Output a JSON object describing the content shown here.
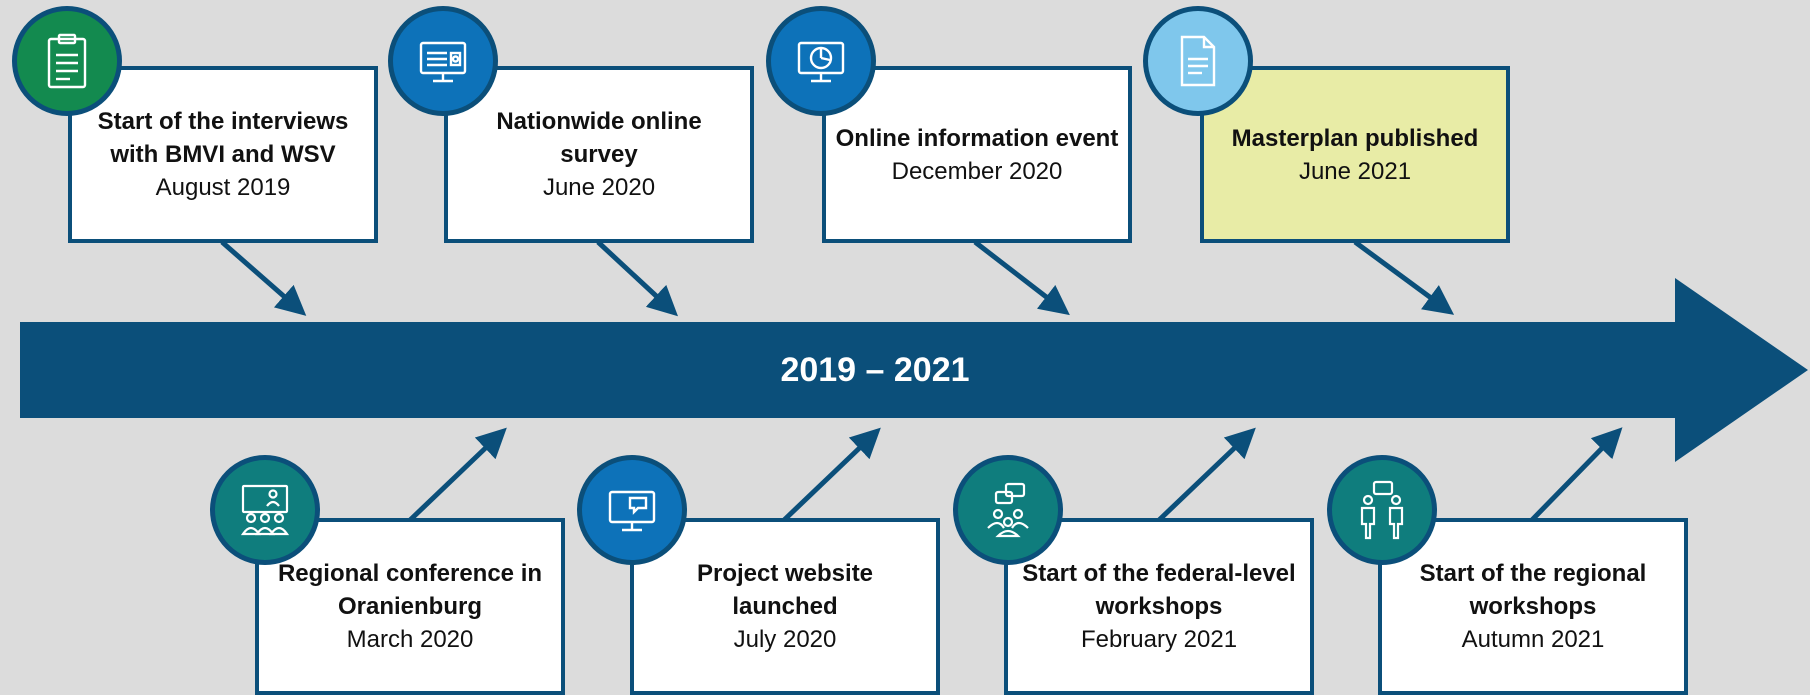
{
  "banner": {
    "label": "2019 – 2021",
    "color": "#0b4f7a"
  },
  "milestones_top": [
    {
      "title": "Start of the interviews with BMVI and WSV",
      "date": "August 2019",
      "icon": "clipboard-icon",
      "circle_color": "#138a4f",
      "highlight": false
    },
    {
      "title": "Nationwide online survey",
      "date": "June 2020",
      "icon": "survey-screen-icon",
      "circle_color": "#0d72b9",
      "highlight": false
    },
    {
      "title": "Online information event",
      "date": "December 2020",
      "icon": "monitor-chart-icon",
      "circle_color": "#0d72b9",
      "highlight": false
    },
    {
      "title": "Masterplan published",
      "date": "June 2021",
      "icon": "document-icon",
      "circle_color": "#7fc7ec",
      "highlight": true
    }
  ],
  "milestones_bottom": [
    {
      "title": "Regional conference in Oranienburg",
      "date": "March 2020",
      "icon": "conference-icon",
      "circle_color": "#0f7d7d"
    },
    {
      "title": "Project website launched",
      "date": "July 2020",
      "icon": "website-monitor-icon",
      "circle_color": "#0d72b9"
    },
    {
      "title": "Start of the federal-level workshops",
      "date": "February 2021",
      "icon": "group-discussion-icon",
      "circle_color": "#0f7d7d"
    },
    {
      "title": "Start of the regional workshops",
      "date": "Autumn 2021",
      "icon": "two-people-talking-icon",
      "circle_color": "#0f7d7d"
    }
  ],
  "colors": {
    "background": "#dcdcdc",
    "border": "#0b4f7a",
    "highlight_box": "#e8eca6"
  }
}
